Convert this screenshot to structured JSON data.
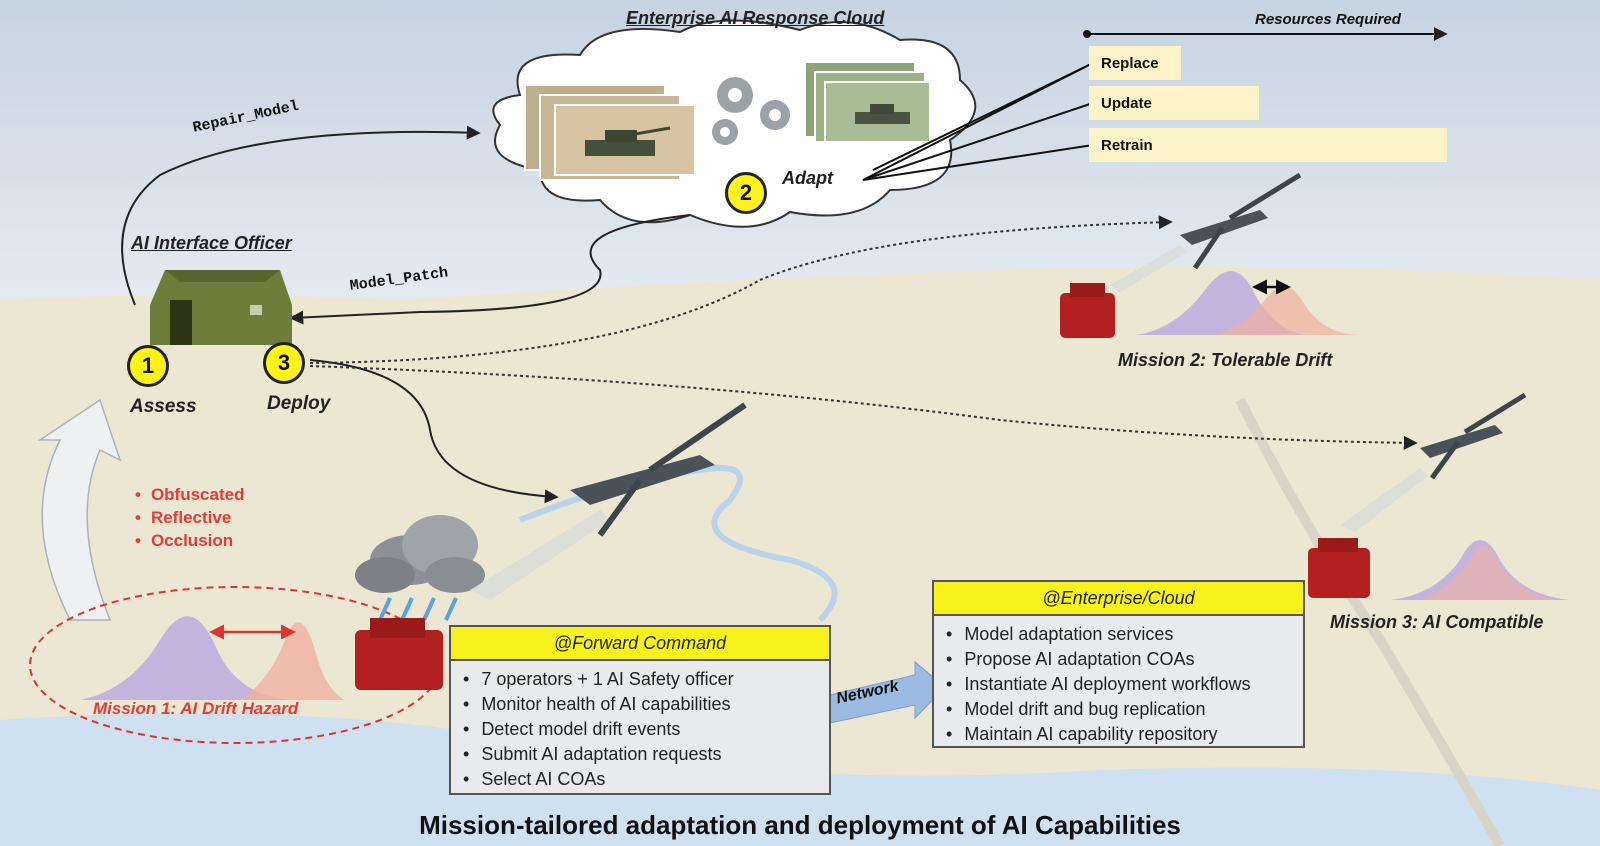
{
  "title": "Mission-tailored adaptation and deployment of AI Capabilities",
  "cloud": {
    "title": "Enterprise AI Response Cloud",
    "step_number": "2",
    "step_label": "Adapt"
  },
  "resources": {
    "title": "Resources Required",
    "options": [
      "Replace",
      "Update",
      "Retrain"
    ]
  },
  "officer_label": "AI Interface Officer",
  "steps": {
    "assess": {
      "number": "1",
      "label": "Assess"
    },
    "deploy": {
      "number": "3",
      "label": "Deploy"
    }
  },
  "arrows": {
    "repair": "Repair_Model",
    "patch": "Model_Patch",
    "network": "Network"
  },
  "hazards": [
    "Obfuscated",
    "Reflective",
    "Occlusion"
  ],
  "missions": {
    "m1": "Mission 1: AI Drift Hazard",
    "m2": "Mission 2: Tolerable Drift",
    "m3": "Mission 3: AI Compatible"
  },
  "forward": {
    "title": "@Forward Command",
    "items": [
      "7 operators + 1 AI Safety officer",
      "Monitor health of AI capabilities",
      "Detect model drift events",
      "Submit AI adaptation requests",
      "Select AI COAs"
    ]
  },
  "enterprise": {
    "title": "@Enterprise/Cloud",
    "items": [
      "Model adaptation services",
      "Propose AI adaptation COAs",
      "Instantiate AI deployment workflows",
      "Model drift and bug replication",
      "Maintain AI capability repository"
    ]
  },
  "colors": {
    "highlight": "#f8f21c",
    "hazard": "#e23b3b",
    "drift_purple": "#b9a8e0",
    "drift_pink": "#f0b0a0"
  }
}
